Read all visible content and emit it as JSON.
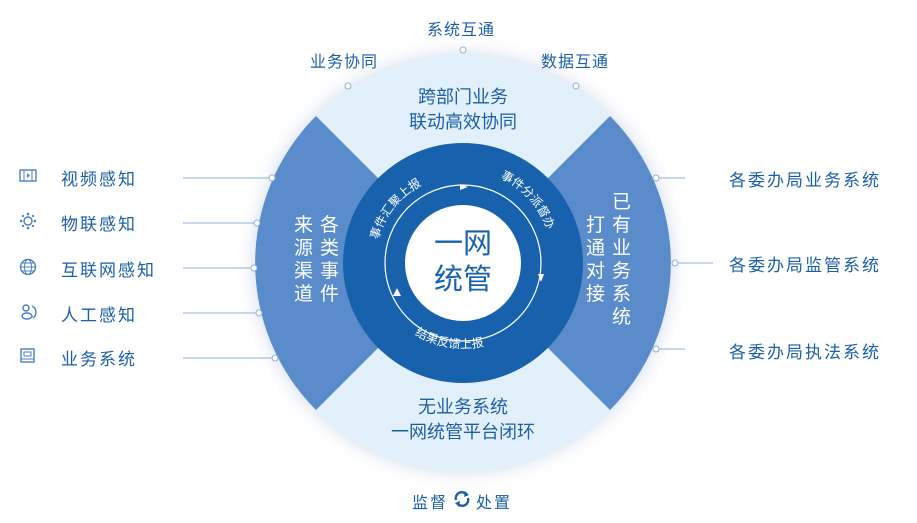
{
  "center": {
    "line1": "一网",
    "line2": "统管"
  },
  "ring": {
    "top_left": "事件汇聚上报",
    "top_right": "事件分派督办",
    "bottom": "结果反馈上报"
  },
  "sectors": {
    "top": {
      "line1": "跨部门业务",
      "line2": "联动高效协同"
    },
    "bottom": {
      "line1": "无业务系统",
      "line2": "一网统管平台闭环"
    },
    "left": {
      "col1": "来源渠道",
      "col2": "各类事件"
    },
    "right": {
      "col1": "打通对接",
      "col2": "已有业务系统"
    }
  },
  "top_labels": [
    "业务协同",
    "系统互通",
    "数据互通"
  ],
  "left_sources": [
    {
      "label": "视频感知",
      "icon": "video-icon"
    },
    {
      "label": "物联感知",
      "icon": "iot-icon"
    },
    {
      "label": "互联网感知",
      "icon": "globe-icon"
    },
    {
      "label": "人工感知",
      "icon": "person-icon"
    },
    {
      "label": "业务系统",
      "icon": "system-icon"
    }
  ],
  "right_systems": [
    "各委办局业务系统",
    "各委办局监管系统",
    "各委办局执法系统"
  ],
  "bottom": {
    "left": "监督",
    "right": "处置",
    "icon": "refresh-icon"
  },
  "colors": {
    "dark": "#1862ad",
    "medium": "#5a8bca",
    "light": "#e2f0fb",
    "text": "#1d5fa6"
  }
}
